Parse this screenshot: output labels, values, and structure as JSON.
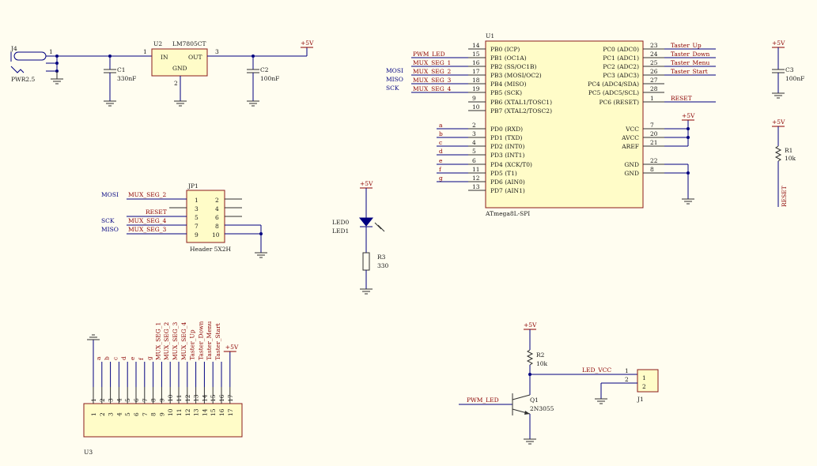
{
  "u1": {
    "ref": "U1",
    "name": "ATmega8L-SPI",
    "left_pins": [
      {
        "num": "14",
        "name": "PB0 (ICP)",
        "net": ""
      },
      {
        "num": "15",
        "name": "PB1 (OC1A)",
        "net": "PWM_LED"
      },
      {
        "num": "16",
        "name": "PB2 (SS/OC1B)",
        "net": "MUX_SEG_1"
      },
      {
        "num": "17",
        "name": "PB3 (MOSI/OC2)",
        "net": "MUX_SEG_2"
      },
      {
        "num": "18",
        "name": "PB4 (MISO)",
        "net": "MUX_SEG_3"
      },
      {
        "num": "19",
        "name": "PB5 (SCK)",
        "net": "MUX_SEG_4"
      },
      {
        "num": "9",
        "name": "PB6 (XTAL1/TOSC1)",
        "net": ""
      },
      {
        "num": "10",
        "name": "PB7 (XTAL2/TOSC2)",
        "net": ""
      },
      {
        "num": "2",
        "name": "PD0 (RXD)",
        "net": "a"
      },
      {
        "num": "3",
        "name": "PD1 (TXD)",
        "net": "b"
      },
      {
        "num": "4",
        "name": "PD2 (INT0)",
        "net": "c"
      },
      {
        "num": "5",
        "name": "PD3 (INT1)",
        "net": "d"
      },
      {
        "num": "6",
        "name": "PD4 (XCK/T0)",
        "net": "e"
      },
      {
        "num": "11",
        "name": "PD5 (T1)",
        "net": "f"
      },
      {
        "num": "12",
        "name": "PD6 (AIN0)",
        "net": "g"
      },
      {
        "num": "13",
        "name": "PD7 (AIN1)",
        "net": ""
      }
    ],
    "side_labels": [
      "MOSI",
      "MISO",
      "SCK"
    ],
    "right_pins": [
      {
        "num": "23",
        "name": "PC0 (ADC0)",
        "net": "Taster_Up"
      },
      {
        "num": "24",
        "name": "PC1 (ADC1)",
        "net": "Taster_Down"
      },
      {
        "num": "25",
        "name": "PC2 (ADC2)",
        "net": "Taster_Menu"
      },
      {
        "num": "26",
        "name": "PC3 (ADC3)",
        "net": "Taster_Start"
      },
      {
        "num": "27",
        "name": "PC4 (ADC4/SDA)",
        "net": ""
      },
      {
        "num": "28",
        "name": "PC5 (ADC5/SCL)",
        "net": ""
      },
      {
        "num": "1",
        "name": "PC6 (RESET)",
        "net": "RESET"
      }
    ],
    "power_pins": [
      {
        "num": "7",
        "name": "VCC"
      },
      {
        "num": "20",
        "name": "AVCC"
      },
      {
        "num": "21",
        "name": "AREF"
      },
      {
        "num": "22",
        "name": "GND"
      },
      {
        "num": "8",
        "name": "GND"
      }
    ]
  },
  "regulator": {
    "ref": "U2",
    "name": "LM7805CT",
    "in": "IN",
    "out": "OUT",
    "gnd": "GND",
    "pin_in": "1",
    "pin_gnd": "2",
    "pin_out": "3",
    "jack_ref": "J4",
    "jack_name": "PWR2.5",
    "jack_pin": "1",
    "c1_ref": "C1",
    "c1_val": "330nF",
    "c2_ref": "C2",
    "c2_val": "100nF"
  },
  "power": {
    "vcc": "+5V"
  },
  "c3": {
    "ref": "C3",
    "val": "100nF"
  },
  "r1": {
    "ref": "R1",
    "val": "10k",
    "net": "RESET"
  },
  "jp1": {
    "ref": "JP1",
    "name": "Header 5X2H",
    "pins": [
      "1",
      "2",
      "3",
      "4",
      "5",
      "6",
      "7",
      "8",
      "9",
      "10"
    ],
    "nets": [
      "MUX_SEG_2",
      "RESET",
      "MUX_SEG_4",
      "MUX_SEG_3"
    ],
    "side_labels": [
      "MOSI",
      "SCK",
      "MISO"
    ]
  },
  "led": {
    "ref": "LED0",
    "type": "LED1",
    "r_ref": "R3",
    "r_val": "330"
  },
  "u3": {
    "ref": "U3",
    "pins": [
      "1",
      "2",
      "3",
      "4",
      "5",
      "6",
      "7",
      "8",
      "9",
      "10",
      "11",
      "12",
      "13",
      "14",
      "15",
      "16",
      "17"
    ],
    "nets": [
      "",
      "a",
      "b",
      "c",
      "d",
      "e",
      "f",
      "g",
      "MUX_SEG_1",
      "MUX_SEG_2",
      "MUX_SEG_3",
      "MUX_SEG_4",
      "Taster_Up",
      "Taster_Down",
      "Taster_Menu",
      "Taster_Start",
      ""
    ]
  },
  "driver": {
    "r_ref": "R2",
    "r_val": "10k",
    "q_ref": "Q1",
    "q_name": "2N3055",
    "net_in": "PWM_LED",
    "net_out": "LED_VCC",
    "j_ref": "J1",
    "j_pins": [
      "1",
      "2"
    ]
  }
}
